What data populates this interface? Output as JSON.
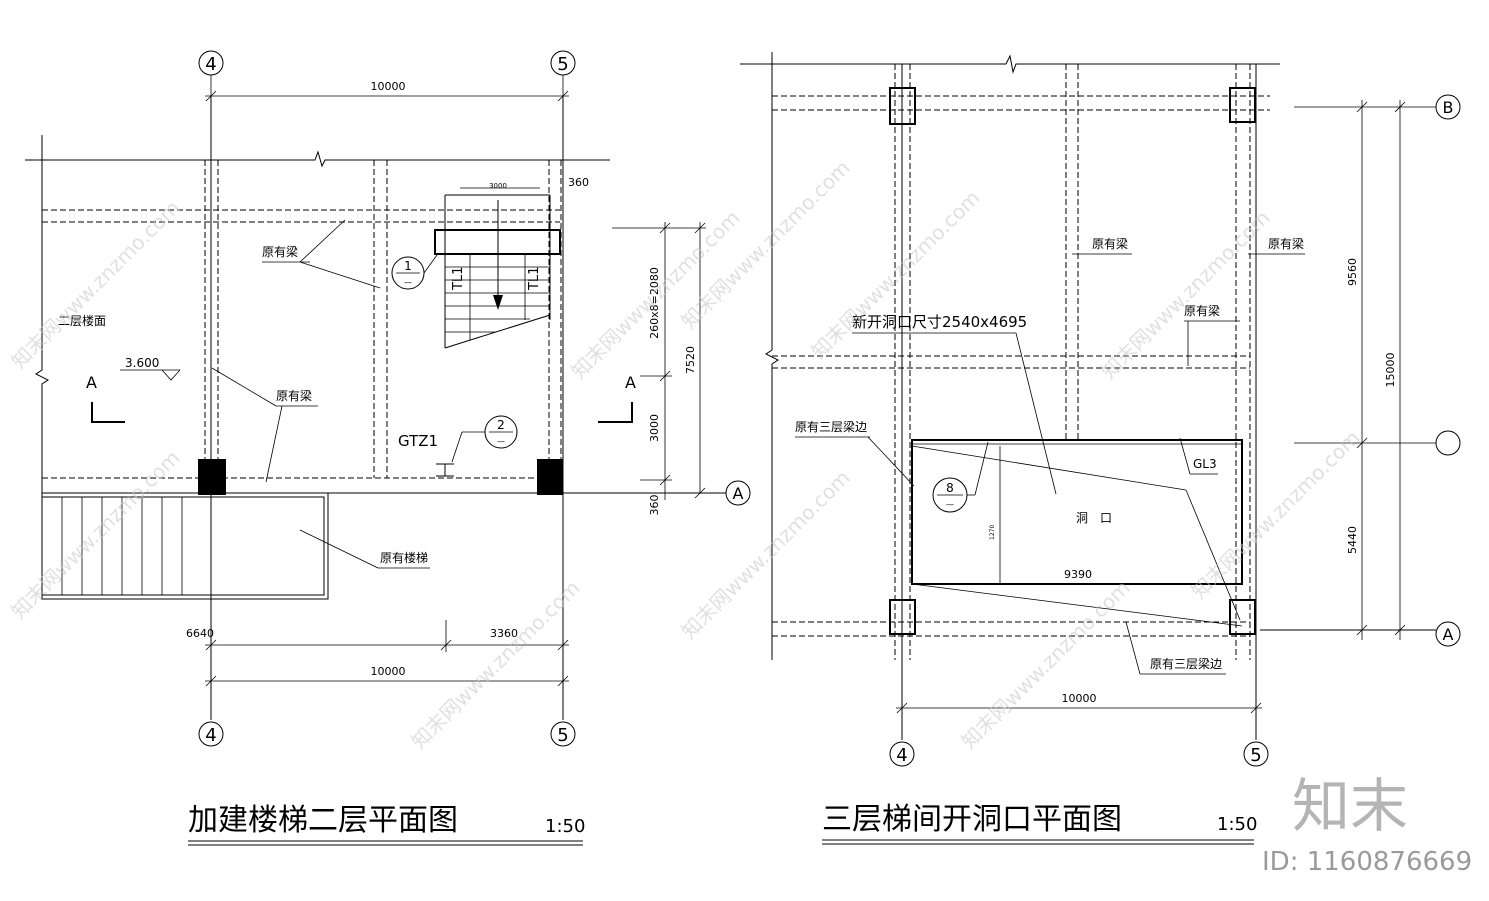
{
  "left_plan": {
    "title": "加建楼梯二层平面图",
    "scale": "1:50",
    "axes": {
      "top_left": "4",
      "top_right": "5",
      "bottom_left": "4",
      "bottom_right": "5",
      "right": "A"
    },
    "dims": {
      "top": "10000",
      "bottom_total": "10000",
      "bottom_left": "6640",
      "bottom_right": "3360",
      "stair_width": "3000",
      "right_360_top": "360",
      "right_flight": "260x8=2080",
      "right_total": "7520",
      "right_3000": "3000",
      "right_360_bottom": "360"
    },
    "labels": {
      "beam_a": "原有梁",
      "beam_b": "原有梁",
      "floor": "二层楼面",
      "elevation": "3.600",
      "section_left": "A",
      "section_right": "A",
      "stair": "原有楼梯",
      "column": "GTZ1",
      "tl_left": "TL1",
      "tl_right": "TL1"
    },
    "detail_callouts": [
      {
        "num": "1",
        "sub": "—"
      },
      {
        "num": "2",
        "sub": "—"
      }
    ]
  },
  "right_plan": {
    "title": "三层梯间开洞口平面图",
    "scale": "1:50",
    "axes": {
      "bottom_left": "4",
      "bottom_right": "5",
      "right_top": "B",
      "right_mid": "",
      "right_bottom": "A"
    },
    "dims": {
      "bottom": "10000",
      "right_upper": "9560",
      "right_lower": "5440",
      "right_total": "15000",
      "opening_width": "9390",
      "opening_small": "1270"
    },
    "labels": {
      "beam_a": "原有梁",
      "beam_b": "原有梁",
      "beam_c": "原有梁",
      "opening_size": "新开洞口尺寸2540x4695",
      "third_beam_edge_a": "原有三层梁边",
      "third_beam_edge_b": "原有三层梁边",
      "gl": "GL3",
      "opening": "洞　口"
    },
    "detail_callouts": [
      {
        "num": "8",
        "sub": "—"
      }
    ]
  },
  "watermark": {
    "text": "知末网www.znzmo.com",
    "logo": "知末",
    "id": "ID: 1160876669"
  }
}
